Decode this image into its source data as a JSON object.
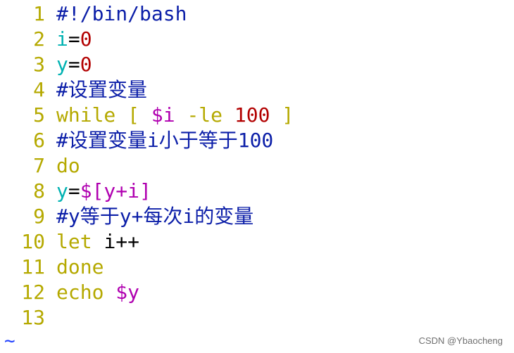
{
  "lines": [
    {
      "num": "1",
      "segments": [
        {
          "text": "#!/bin/bash",
          "role": "comment"
        }
      ]
    },
    {
      "num": "2",
      "segments": [
        {
          "text": "i",
          "role": "var"
        },
        {
          "text": "=",
          "role": "op"
        },
        {
          "text": "0",
          "role": "number"
        }
      ]
    },
    {
      "num": "3",
      "segments": [
        {
          "text": "y",
          "role": "var"
        },
        {
          "text": "=",
          "role": "op"
        },
        {
          "text": "0",
          "role": "number"
        }
      ]
    },
    {
      "num": "4",
      "segments": [
        {
          "text": "#设置变量",
          "role": "comment"
        }
      ]
    },
    {
      "num": "5",
      "segments": [
        {
          "text": "while",
          "role": "keyword"
        },
        {
          "text": " [ ",
          "role": "keyword"
        },
        {
          "text": "$i",
          "role": "expand"
        },
        {
          "text": " -le ",
          "role": "keyword"
        },
        {
          "text": "100",
          "role": "number"
        },
        {
          "text": " ]",
          "role": "keyword"
        }
      ]
    },
    {
      "num": "6",
      "segments": [
        {
          "text": "#设置变量i小于等于100",
          "role": "comment"
        }
      ]
    },
    {
      "num": "7",
      "segments": [
        {
          "text": "do",
          "role": "keyword"
        }
      ]
    },
    {
      "num": "8",
      "segments": [
        {
          "text": "y",
          "role": "var"
        },
        {
          "text": "=",
          "role": "op"
        },
        {
          "text": "$[y+i]",
          "role": "expand"
        }
      ]
    },
    {
      "num": "9",
      "segments": [
        {
          "text": "#y等于y+每次i的变量",
          "role": "comment"
        }
      ]
    },
    {
      "num": "10",
      "segments": [
        {
          "text": "let",
          "role": "keyword"
        },
        {
          "text": " ",
          "role": "plain"
        },
        {
          "text": "i++",
          "role": "plain"
        }
      ]
    },
    {
      "num": "11",
      "segments": [
        {
          "text": "done",
          "role": "keyword"
        }
      ]
    },
    {
      "num": "12",
      "segments": [
        {
          "text": "echo",
          "role": "keyword"
        },
        {
          "text": " ",
          "role": "plain"
        },
        {
          "text": "$y",
          "role": "expand"
        }
      ]
    },
    {
      "num": "13",
      "segments": []
    }
  ],
  "end_marker": "~",
  "watermark": "CSDN @Ybaocheng",
  "colors": {
    "line_number": "#b5a900",
    "comment": "#0b1ea8",
    "var": "#00b2b2",
    "op": "#000000",
    "number": "#b20000",
    "keyword": "#b5a900",
    "expand": "#b000b0",
    "plain": "#000000",
    "end_marker": "#1f3fff"
  }
}
